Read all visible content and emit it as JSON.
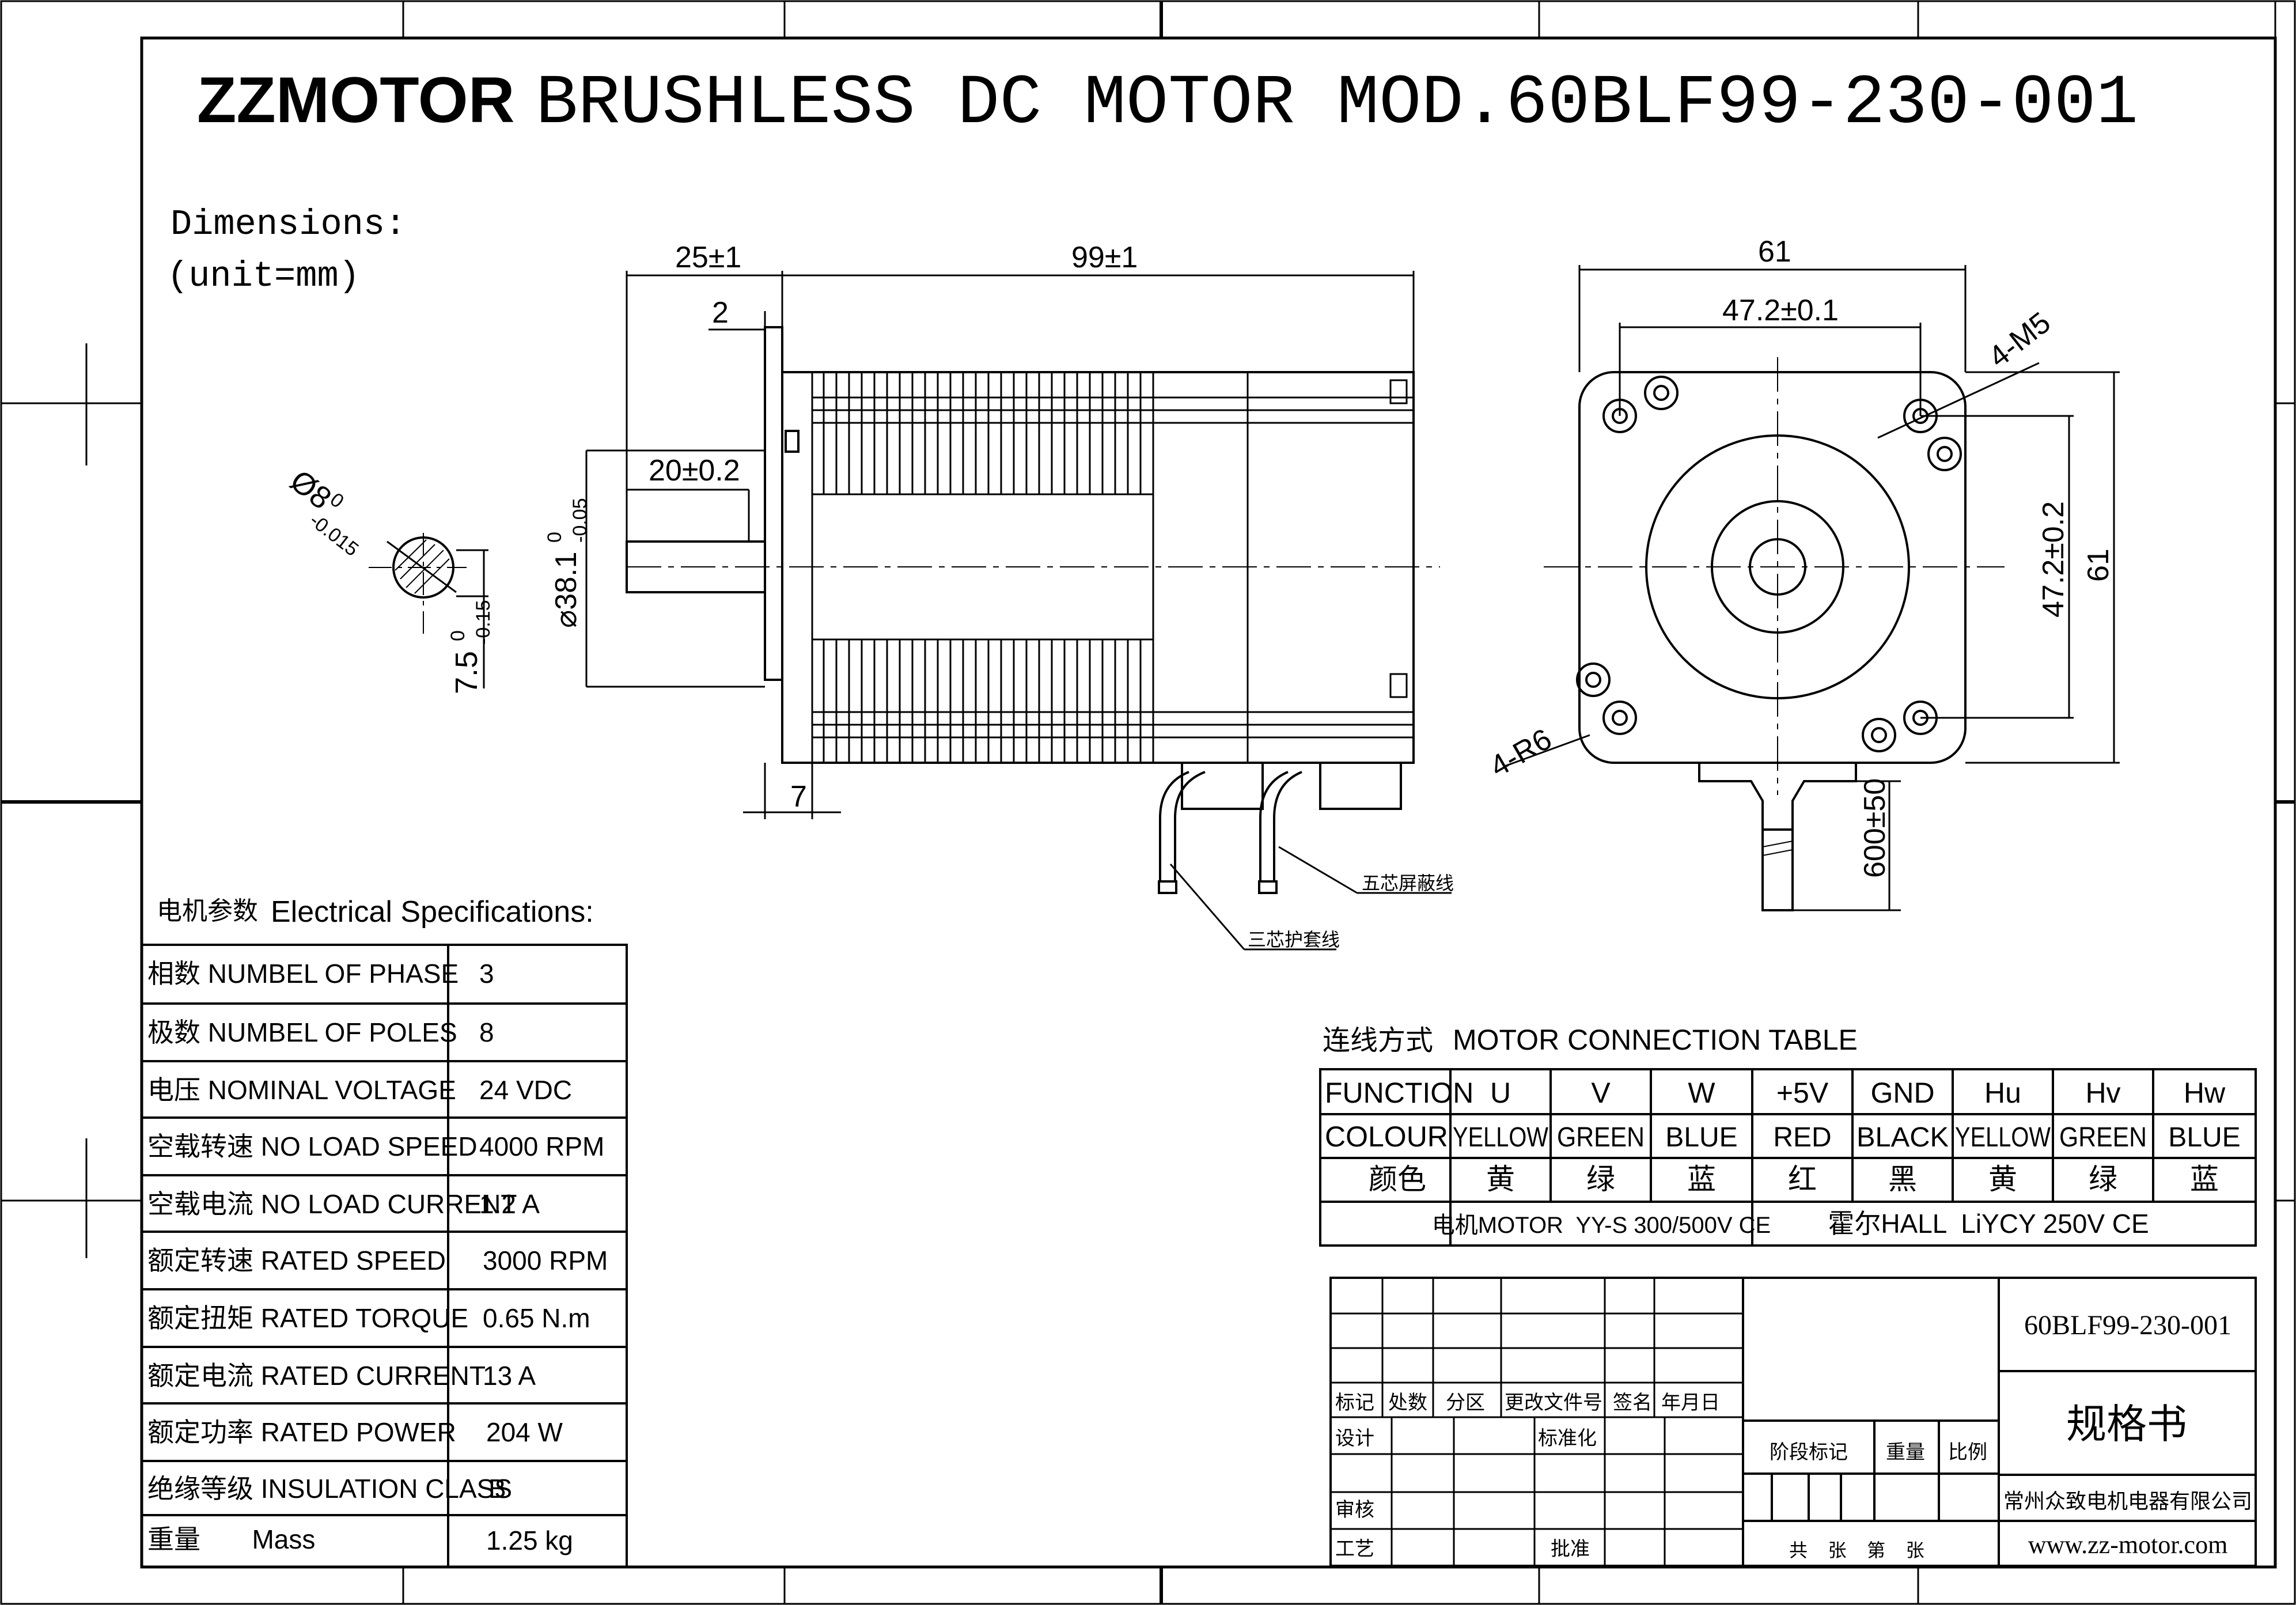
{
  "header": {
    "brand": "ZZMOTOR",
    "title": "BRUSHLESS DC MOTOR MOD.60BLF99-230-001"
  },
  "dimensions_note": {
    "line1": "Dimensions:",
    "line2": "(unit=mm)"
  },
  "drawing": {
    "shaft_dia": "Ø8",
    "shaft_dia_tol_upper": "0",
    "shaft_dia_tol_lower": "-0.015",
    "flat": "7.5",
    "flat_tol_upper": "0",
    "flat_tol_lower": "-0.15",
    "shaft_length": "25±1",
    "body_length": "99±1",
    "flange_thickness": "2",
    "shaft_flat_length": "20±0.2",
    "pilot_dia": "⌀38.1",
    "pilot_tol_upper": "0",
    "pilot_tol_lower": "-0.05",
    "rear_offset": "7",
    "flange_width": "61",
    "bolt_pitch_h": "47.2±0.1",
    "bolt_pitch_v": "47.2±0.2",
    "flange_height": "61",
    "screw_holes": "4-M5",
    "corner_radius": "4-R6",
    "lead_length": "600±50",
    "cable_5core": "五芯屏蔽线",
    "cable_3core": "三芯护套线"
  },
  "specs": {
    "heading_cn": "电机参数",
    "heading_en": "Electrical Specifications:",
    "rows": [
      {
        "label": "相数 NUMBEL OF PHASE",
        "value": "3"
      },
      {
        "label": "极数 NUMBEL OF POLES",
        "value": "8"
      },
      {
        "label": "电压 NOMINAL VOLTAGE",
        "value": "24 VDC"
      },
      {
        "label": "空载转速 NO LOAD SPEED",
        "value": "4000 RPM"
      },
      {
        "label": "空载电流 NO LOAD CURRENT",
        "value": "1.2 A"
      },
      {
        "label": "额定转速 RATED SPEED",
        "value": "3000 RPM"
      },
      {
        "label": "额定扭矩 RATED TORQUE",
        "value": "0.65 N.m"
      },
      {
        "label": "额定电流 RATED  CURRENT",
        "value": "13 A"
      },
      {
        "label": "额定功率 RATED  POWER",
        "value": "204 W"
      },
      {
        "label": "绝缘等级 INSULATION CLASS",
        "value": "B"
      },
      {
        "label": "重量       Mass",
        "value": "1.25 kg"
      }
    ]
  },
  "connection": {
    "heading_cn": "连线方式",
    "heading_en": "MOTOR CONNECTION TABLE",
    "row_function_label": "FUNCTION",
    "row_colour_label": "COLOUR",
    "row_cn_label": "颜色",
    "functions": [
      "U",
      "V",
      "W",
      "+5V",
      "GND",
      "Hu",
      "Hv",
      "Hw"
    ],
    "colours": [
      "YELLOW",
      "GREEN",
      "BLUE",
      "RED",
      "BLACK",
      "YELLOW",
      "GREEN",
      "BLUE"
    ],
    "colours_cn": [
      "黄",
      "绿",
      "蓝",
      "红",
      "黑",
      "黄",
      "绿",
      "蓝"
    ],
    "motor_cable": "电机MOTOR  YY-S 300/500V CE",
    "hall_cable": "霍尔HALL  LiYCY 250V CE"
  },
  "title_block": {
    "model": "60BLF99-230-001",
    "doc_title": "规格书",
    "company": "常州众致电机电器有限公司",
    "website": "www.zz-motor.com",
    "mark": "标记",
    "count": "处数",
    "zone": "分区",
    "change_doc": "更改文件号",
    "sign": "签名",
    "date": "年月日",
    "design": "设计",
    "standard": "标准化",
    "stage": "阶段标记",
    "weight": "重量",
    "scale": "比例",
    "review": "审核",
    "process": "工艺",
    "approve": "批准",
    "sheets": "共    张    第    张"
  }
}
